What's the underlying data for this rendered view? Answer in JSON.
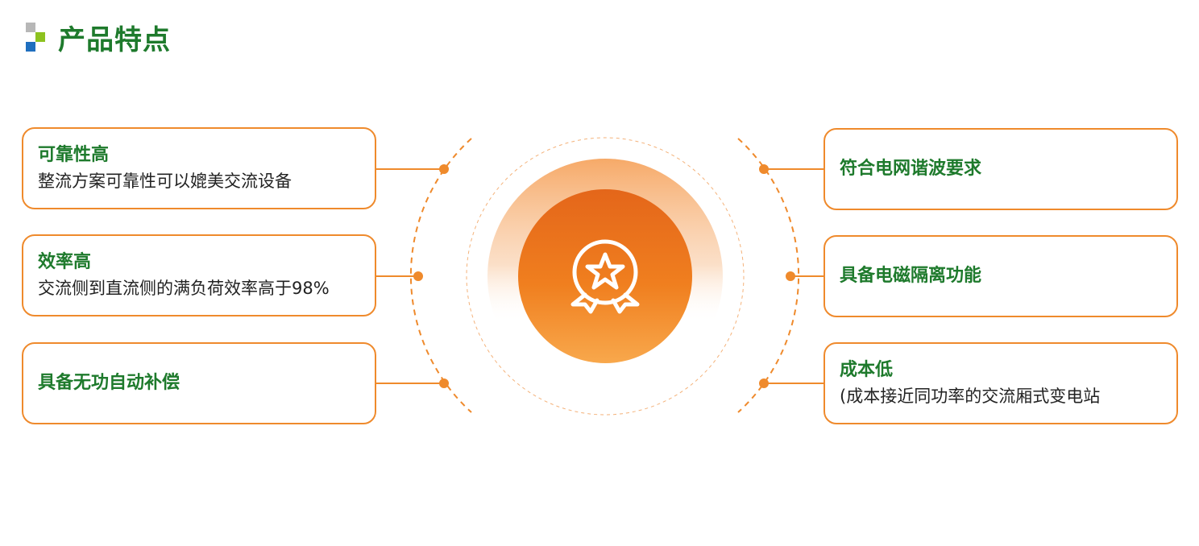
{
  "header": {
    "title": "产品特点"
  },
  "features": {
    "left": [
      {
        "title": "可靠性高",
        "desc": "整流方案可靠性可以媲美交流设备"
      },
      {
        "title": "效率高",
        "desc": "交流侧到直流侧的满负荷效率高于98%"
      },
      {
        "title": "具备无功自动补偿",
        "desc": ""
      }
    ],
    "right": [
      {
        "title": "符合电网谐波要求",
        "desc": ""
      },
      {
        "title": "具备电磁隔离功能",
        "desc": ""
      },
      {
        "title": "成本低",
        "desc": "(成本接近同功率的交流厢式变电站"
      }
    ]
  },
  "center": {
    "icon": "award-medal-icon"
  },
  "colors": {
    "accent_orange": "#ef8a2c",
    "title_green": "#1e7a2c",
    "logo_gray": "#b7b7b7",
    "logo_green": "#8dc21f",
    "logo_blue": "#1f6fbf"
  }
}
